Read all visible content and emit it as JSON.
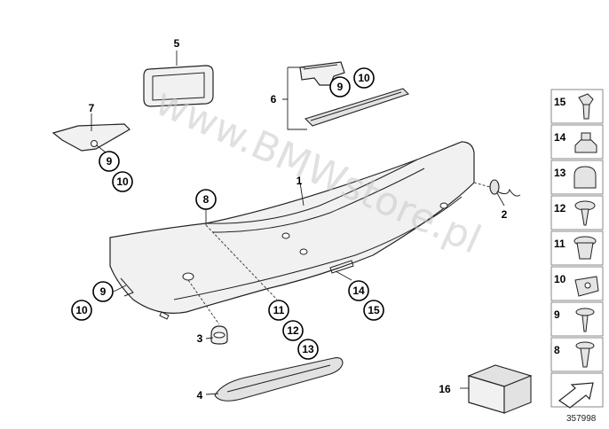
{
  "labels": {
    "l1": "1",
    "l2": "2",
    "l3": "3",
    "l4": "4",
    "l5": "5",
    "l6": "6",
    "l7": "7",
    "l16": "16",
    "c8a": "8",
    "c9a": "9",
    "c10a": "10",
    "c9b": "9",
    "c10b": "10",
    "c9c": "9",
    "c10c": "10",
    "c11": "11",
    "c12": "12",
    "c13": "13",
    "c14": "14",
    "c15": "15"
  },
  "sidebar": [
    "15",
    "14",
    "13",
    "12",
    "11",
    "10",
    "9",
    "8"
  ],
  "watermark": "www.BMWstore.pl",
  "diagram_number": "357998"
}
